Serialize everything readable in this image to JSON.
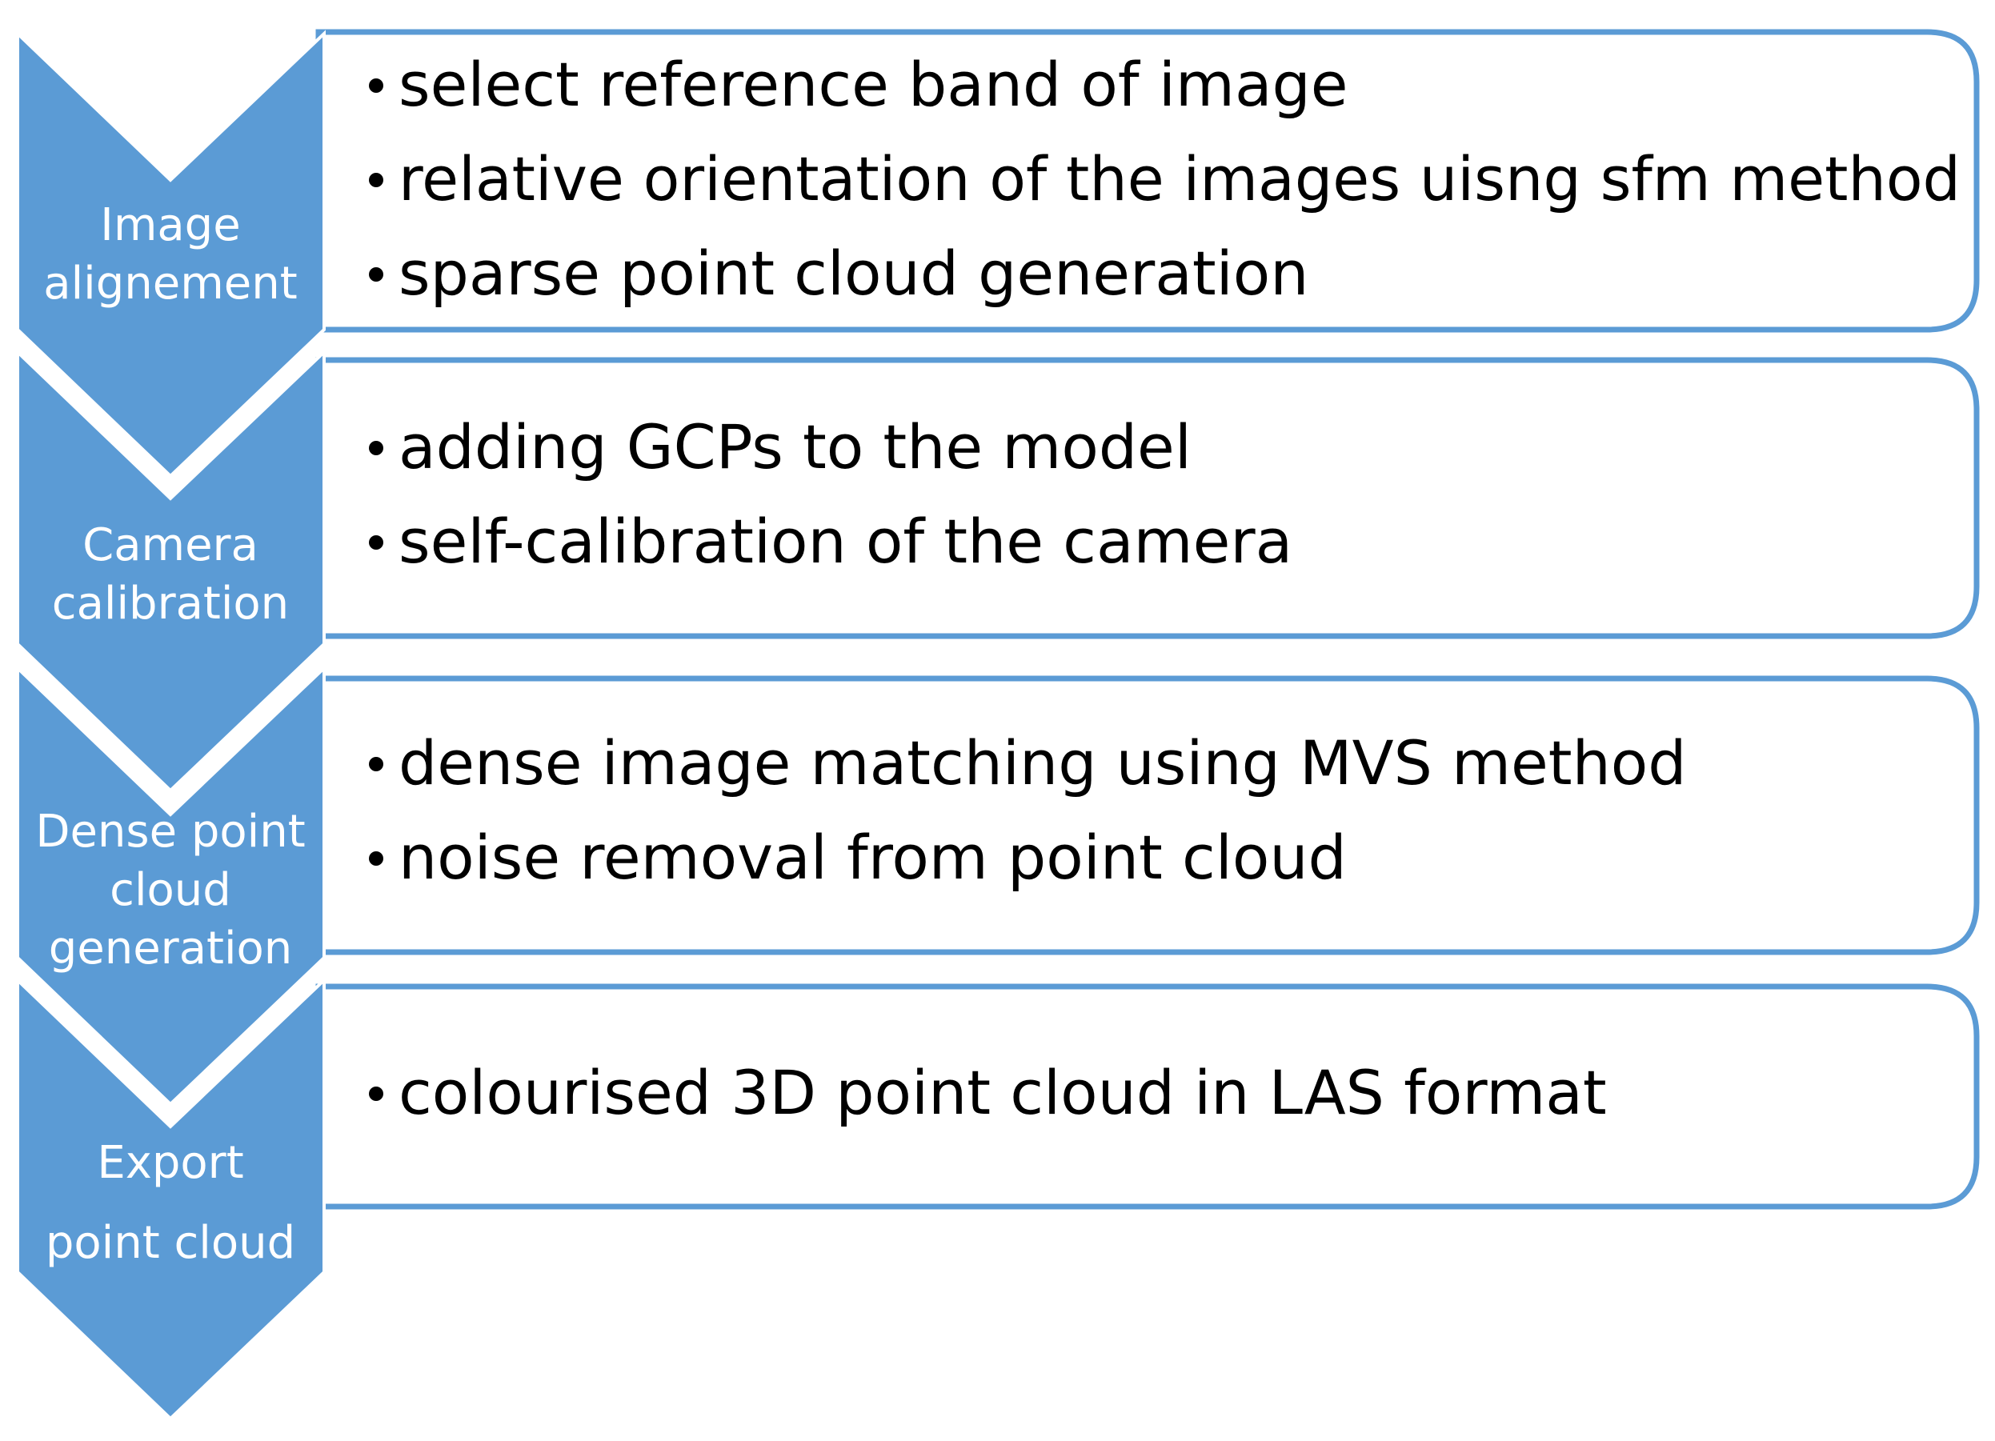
{
  "colors": {
    "chevron_fill": "#5b9bd5",
    "box_stroke": "#5b9bd5",
    "box_fill": "#ffffff",
    "chevron_text": "#ffffff",
    "bullet_text": "#000000"
  },
  "steps": [
    {
      "label_lines": [
        "Image",
        "alignement"
      ],
      "bullets": [
        "select reference band of image",
        "relative orientation of the images uisng sfm method",
        "sparse point cloud generation"
      ]
    },
    {
      "label_lines": [
        "Camera",
        "calibration"
      ],
      "bullets": [
        "adding GCPs to the model",
        "self-calibration of the camera"
      ]
    },
    {
      "label_lines": [
        "Dense point",
        "cloud",
        "generation"
      ],
      "bullets": [
        "dense image matching using MVS method",
        "noise removal from point cloud"
      ]
    },
    {
      "label_lines": [
        "Export",
        "point cloud"
      ],
      "bullets": [
        "colourised 3D point cloud in LAS format"
      ]
    }
  ]
}
